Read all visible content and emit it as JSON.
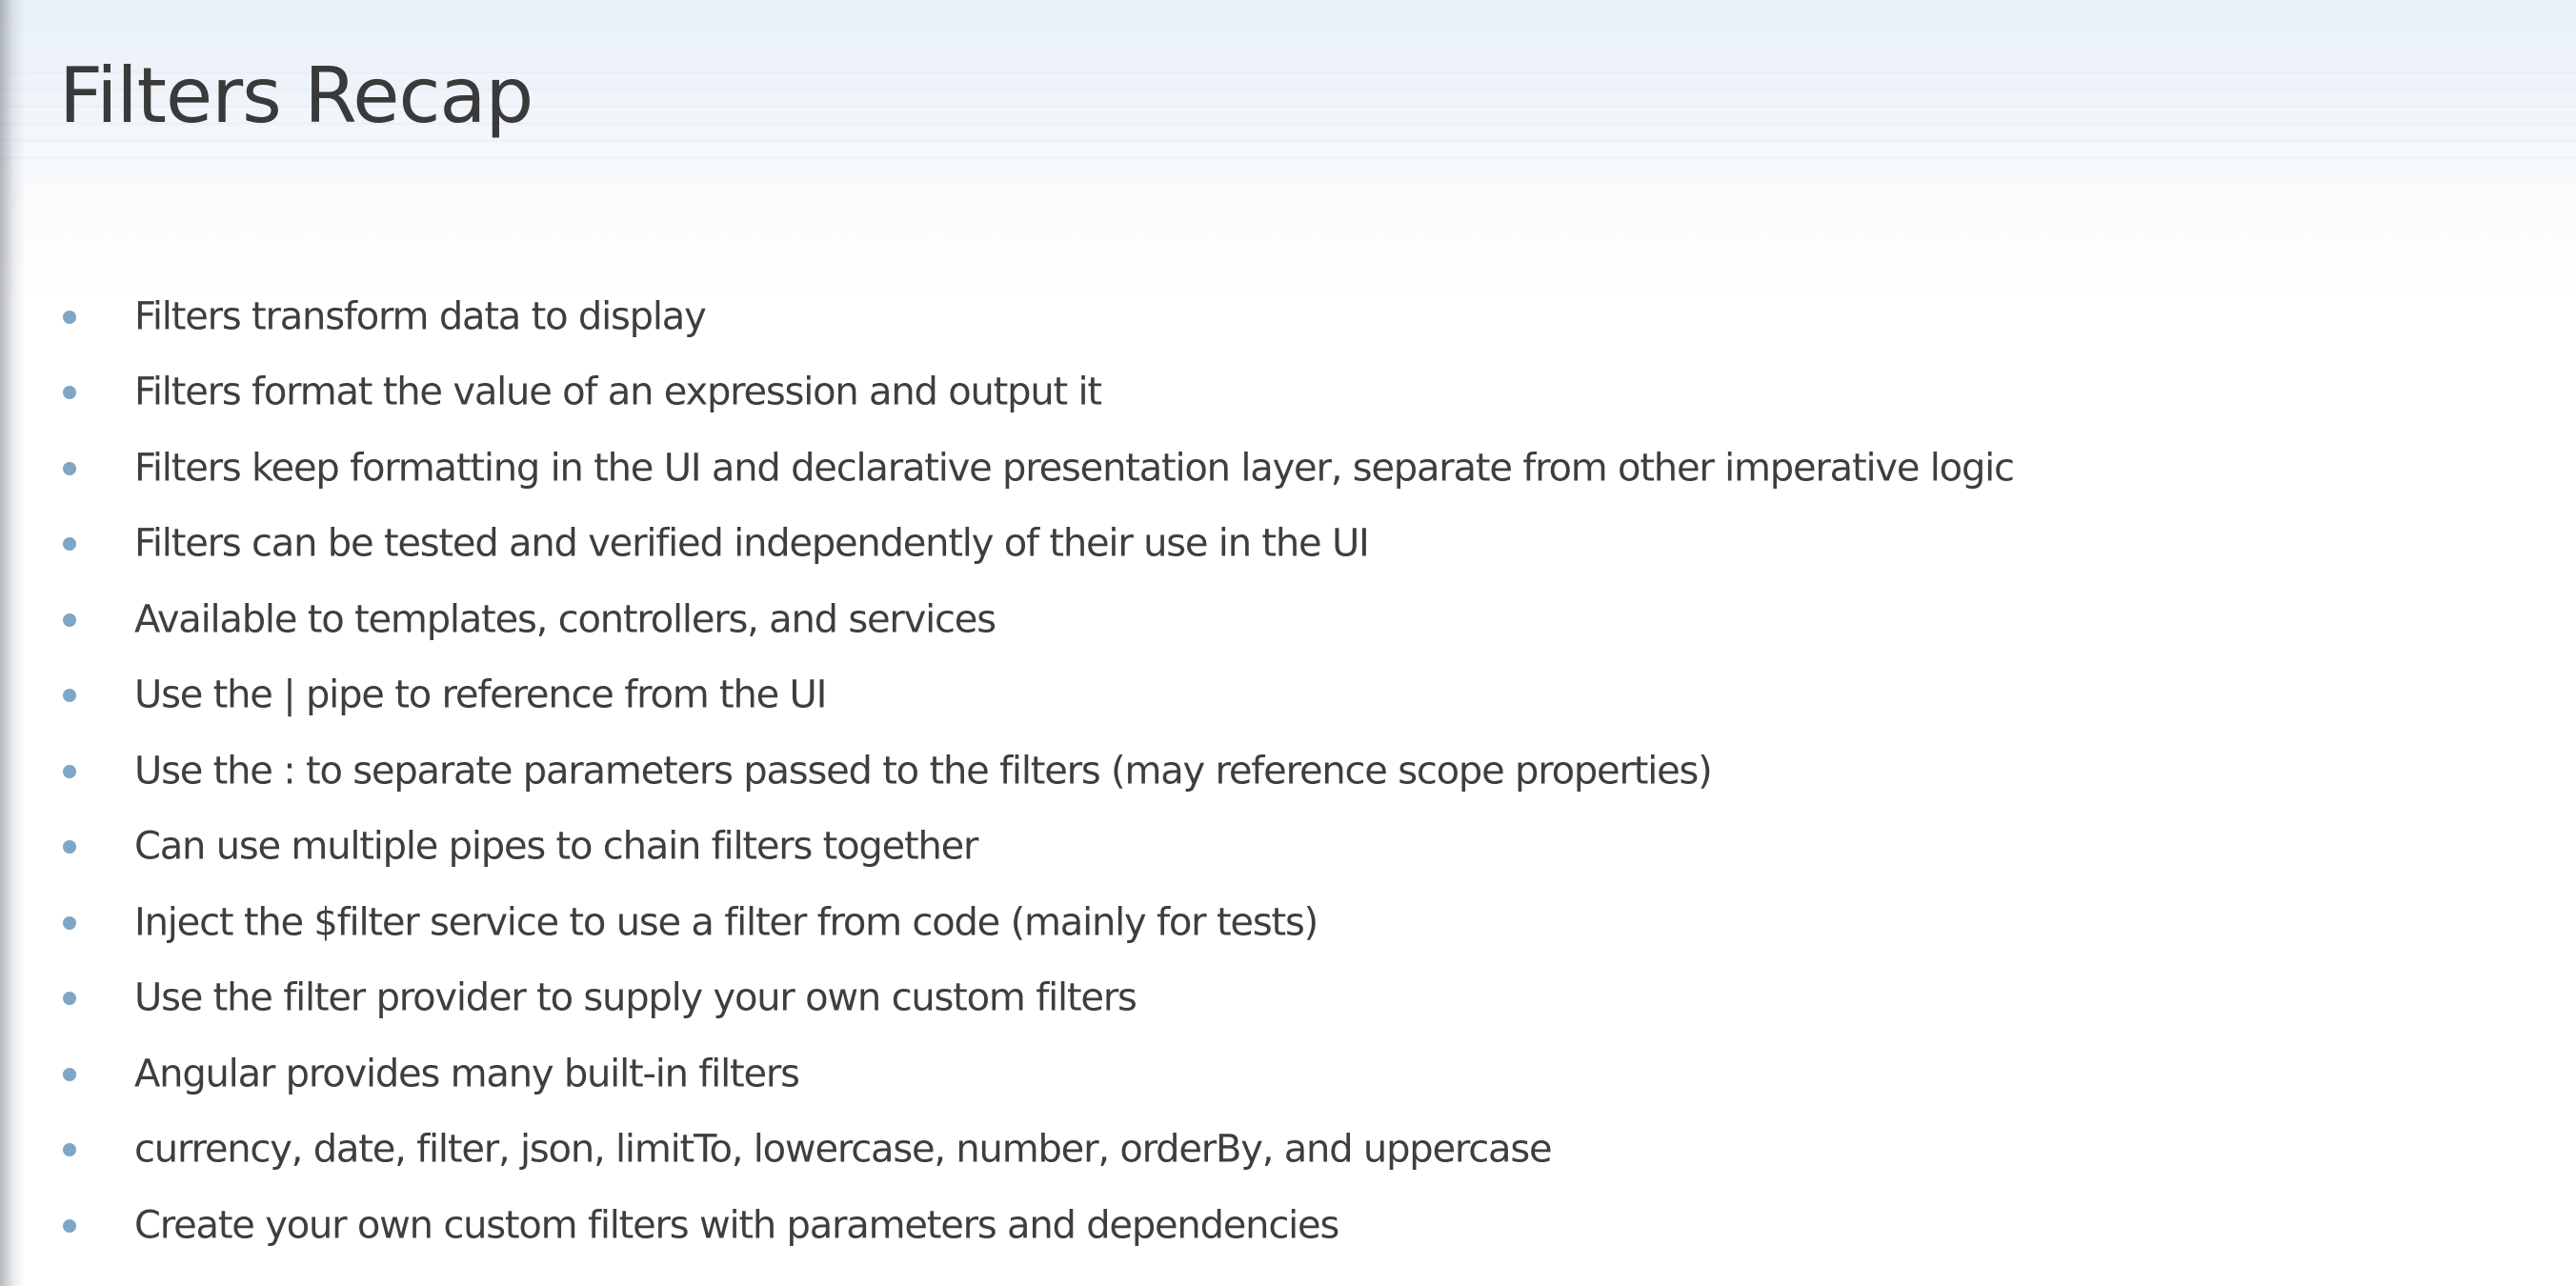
{
  "slide": {
    "title": "Filters Recap",
    "bullets": [
      "Filters transform data to display",
      "Filters format the value of an expression and output it",
      "Filters keep formatting in the UI and declarative presentation layer, separate from other imperative logic",
      "Filters can be tested and verified independently of their use in the UI",
      "Available to templates, controllers, and services",
      "Use the | pipe to reference from the UI",
      "Use the : to separate parameters passed to the filters (may reference scope properties)",
      "Can use multiple pipes to chain filters together",
      "Inject the $filter service to use a filter from code (mainly for tests)",
      "Use the filter provider to supply your own custom filters",
      "Angular provides many built-in filters",
      "currency, date, filter, json, limitTo, lowercase, number, orderBy, and uppercase",
      "Create your own custom filters with parameters and dependencies"
    ]
  },
  "colors": {
    "title_text": "#3a3a3a",
    "body_text": "#3e3e3e",
    "bullet_dot": "#7fa6c4",
    "header_band": "#e9f0f8"
  },
  "icons": {
    "bullet": "bullet-dot-icon"
  }
}
